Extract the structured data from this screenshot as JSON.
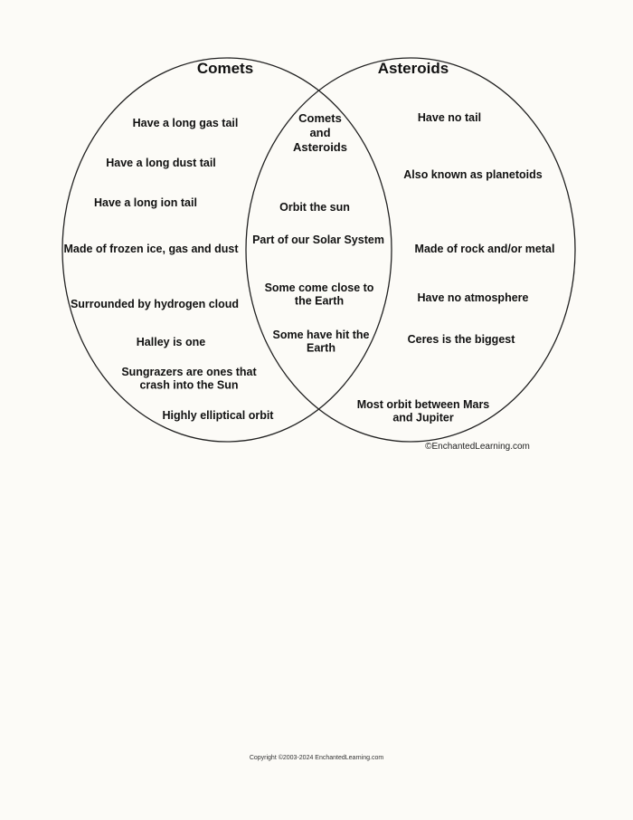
{
  "diagram": {
    "left_title": "Comets",
    "right_title": "Asteroids",
    "overlap_title": [
      "Comets",
      "and",
      "Asteroids"
    ],
    "left_items": [
      [
        "Have a long gas tail"
      ],
      [
        "Have a long dust tail"
      ],
      [
        "Have a long ion tail"
      ],
      [
        "Made of frozen ice, gas and dust"
      ],
      [
        "Surrounded by hydrogen cloud"
      ],
      [
        "Halley is one"
      ],
      [
        "Sungrazers are ones that",
        "crash into the Sun"
      ],
      [
        "Highly elliptical orbit"
      ]
    ],
    "overlap_items": [
      [
        "Orbit the sun"
      ],
      [
        "Part of our Solar System"
      ],
      [
        "Some come close to",
        "the Earth"
      ],
      [
        "Some have hit the",
        "Earth"
      ]
    ],
    "right_items": [
      [
        "Have no tail"
      ],
      [
        "Also known as planetoids"
      ],
      [
        "Made of rock and/or metal"
      ],
      [
        "Have no atmosphere"
      ],
      [
        "Ceres is the biggest"
      ],
      [
        "Most orbit between Mars",
        "and Jupiter"
      ]
    ],
    "credit": "©EnchantedLearning.com"
  },
  "footer": {
    "copyright": "Copyright ©2003-2024 EnchantedLearning.com"
  }
}
